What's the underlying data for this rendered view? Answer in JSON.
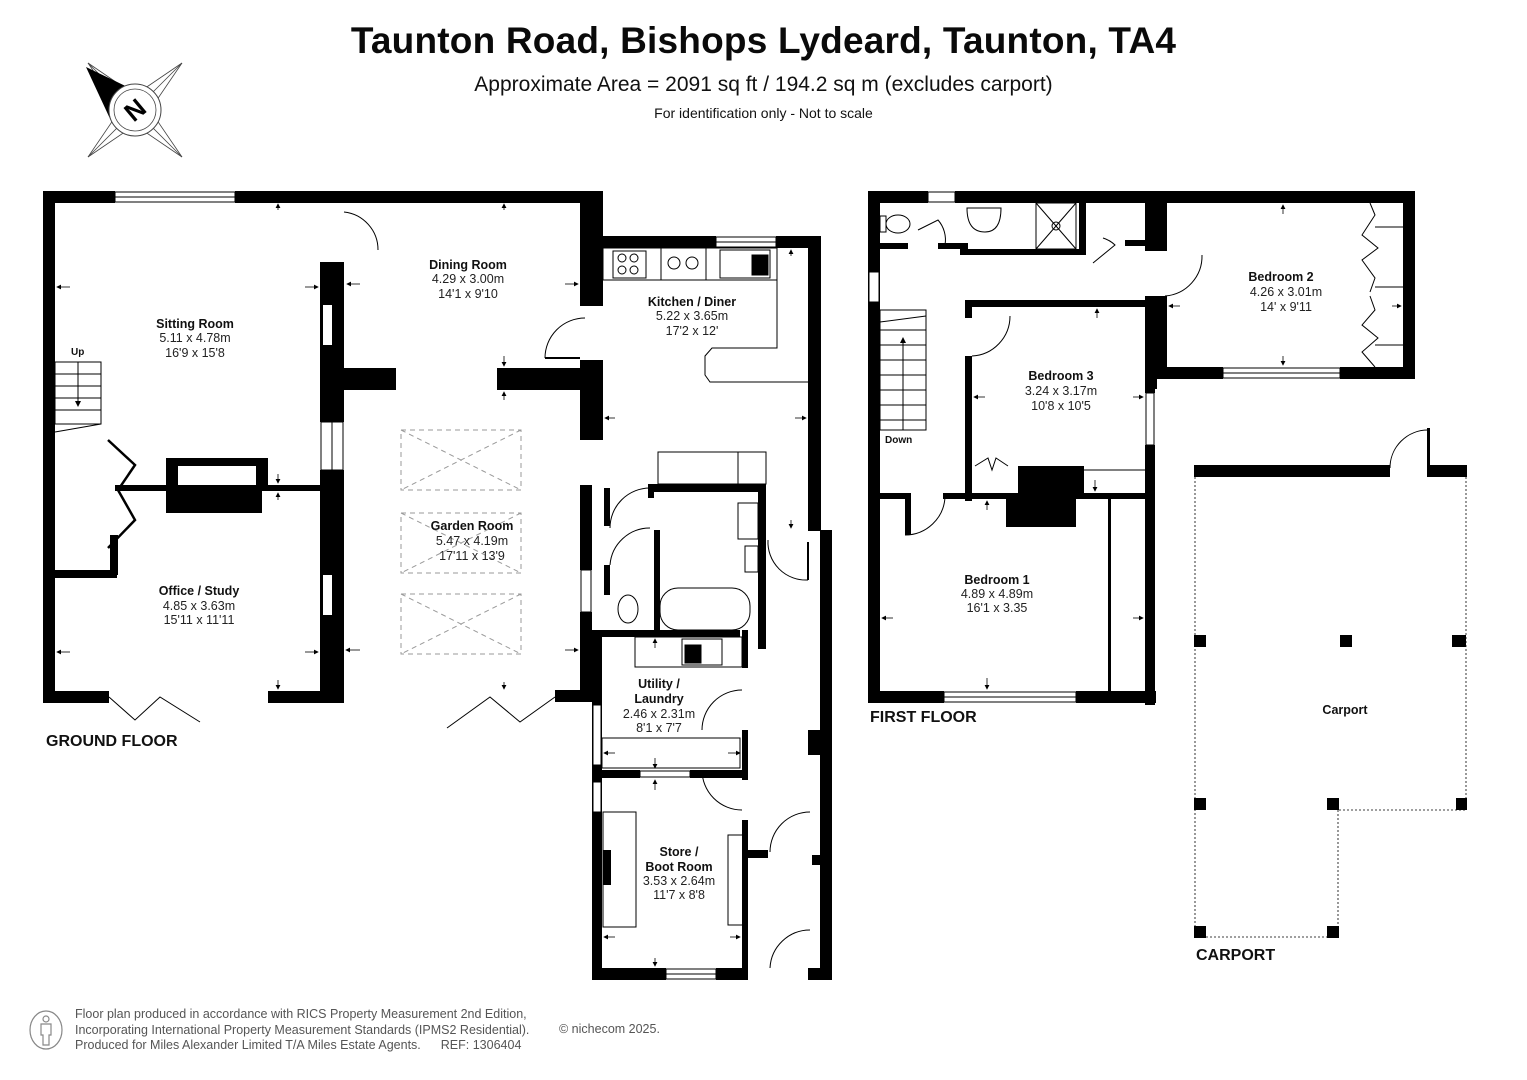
{
  "header": {
    "title": "Taunton Road, Bishops Lydeard, Taunton, TA4",
    "area": "Approximate Area = 2091 sq ft / 194.2 sq m (excludes carport)",
    "note": "For identification only - Not to scale"
  },
  "compass": {
    "icon": "compass-north-icon",
    "letter": "N"
  },
  "floors": {
    "ground": {
      "label": "GROUND FLOOR",
      "stairs_label": "Up",
      "rooms": [
        {
          "name": "Sitting Room",
          "metric": "5.11 x 4.78m",
          "imperial": "16'9 x 15'8"
        },
        {
          "name": "Dining Room",
          "metric": "4.29 x 3.00m",
          "imperial": "14'1 x 9'10"
        },
        {
          "name": "Kitchen / Diner",
          "metric": "5.22 x 3.65m",
          "imperial": "17'2 x 12'"
        },
        {
          "name": "Garden Room",
          "metric": "5.47 x 4.19m",
          "imperial": "17'11 x 13'9"
        },
        {
          "name": "Office / Study",
          "metric": "4.85 x 3.63m",
          "imperial": "15'11 x 11'11"
        },
        {
          "name": "Utility /",
          "name2": "Laundry",
          "metric": "2.46 x 2.31m",
          "imperial": "8'1 x 7'7"
        },
        {
          "name": "Store /",
          "name2": "Boot Room",
          "metric": "3.53 x 2.64m",
          "imperial": "11'7 x 8'8"
        }
      ]
    },
    "first": {
      "label": "FIRST FLOOR",
      "stairs_label": "Down",
      "rooms": [
        {
          "name": "Bedroom 2",
          "metric": "4.26 x 3.01m",
          "imperial": "14' x 9'11"
        },
        {
          "name": "Bedroom 3",
          "metric": "3.24 x 3.17m",
          "imperial": "10'8 x 10'5"
        },
        {
          "name": "Bedroom 1",
          "metric": "4.89 x 4.89m",
          "imperial": "16'1 x 3.35"
        }
      ]
    },
    "carport": {
      "label": "CARPORT",
      "rooms": [
        {
          "name": "Carport"
        }
      ]
    }
  },
  "footer": {
    "line1": "Floor plan produced in accordance with RICS Property Measurement 2nd Edition,",
    "line2": "Incorporating International Property Measurement Standards (IPMS2 Residential).",
    "line3": "Produced for Miles Alexander Limited T/A Miles Estate Agents.",
    "ref": "REF: 1306404",
    "copyright": "© nichecom 2025."
  },
  "colors": {
    "wall": "#000000",
    "background": "#ffffff",
    "text": "#111111",
    "footer_text": "#555555"
  }
}
